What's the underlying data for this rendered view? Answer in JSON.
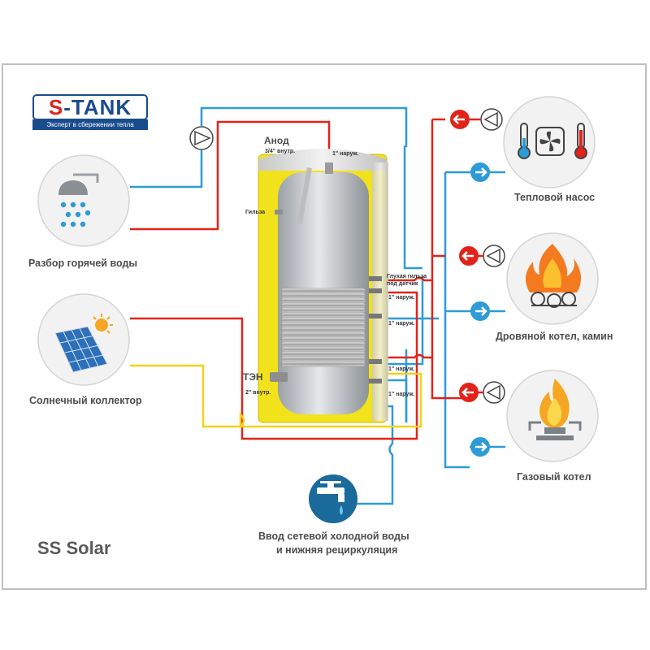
{
  "brand": {
    "name_s": "S",
    "name_rest": "-TANK",
    "tagline": "Эксперт в сбережении тепла"
  },
  "model": "SS Solar",
  "labels": {
    "hot_water": "Разбор горячей воды",
    "solar": "Солнечный коллектор",
    "heat_pump": "Тепловой насос",
    "wood_boiler": "Дровяной котел, камин",
    "gas_boiler": "Газовый котел",
    "cold_inlet_1": "Ввод  сетевой холодной воды",
    "cold_inlet_2": "и нижняя рециркуляция"
  },
  "tank_labels": {
    "anode": "Анод",
    "anode_size": "3/4\" внутр.",
    "top_outlet": "1\" наруж.",
    "sleeve": "Гильза",
    "blind_sleeve_1": "Глухая гильза",
    "blind_sleeve_2": "под датчик",
    "port_1": "1\" наруж.",
    "port_2": "1\" наруж.",
    "port_3": "1\" наруж.",
    "port_4": "1\" наруж.",
    "heater": "ТЭН",
    "heater_size": "2\" внутр."
  },
  "colors": {
    "hot": "#e2231a",
    "cold": "#2d9bd6",
    "solar": "#f2d21b",
    "insulation": "#f2e21c",
    "brand_blue": "#1a4c8c"
  },
  "icons": {
    "shower": "shower-icon",
    "solar_panel": "solar-panel-icon",
    "thermometers": "thermometer-fan-icon",
    "fire": "fire-icon",
    "gas": "gas-flame-icon",
    "tap": "faucet-icon"
  }
}
